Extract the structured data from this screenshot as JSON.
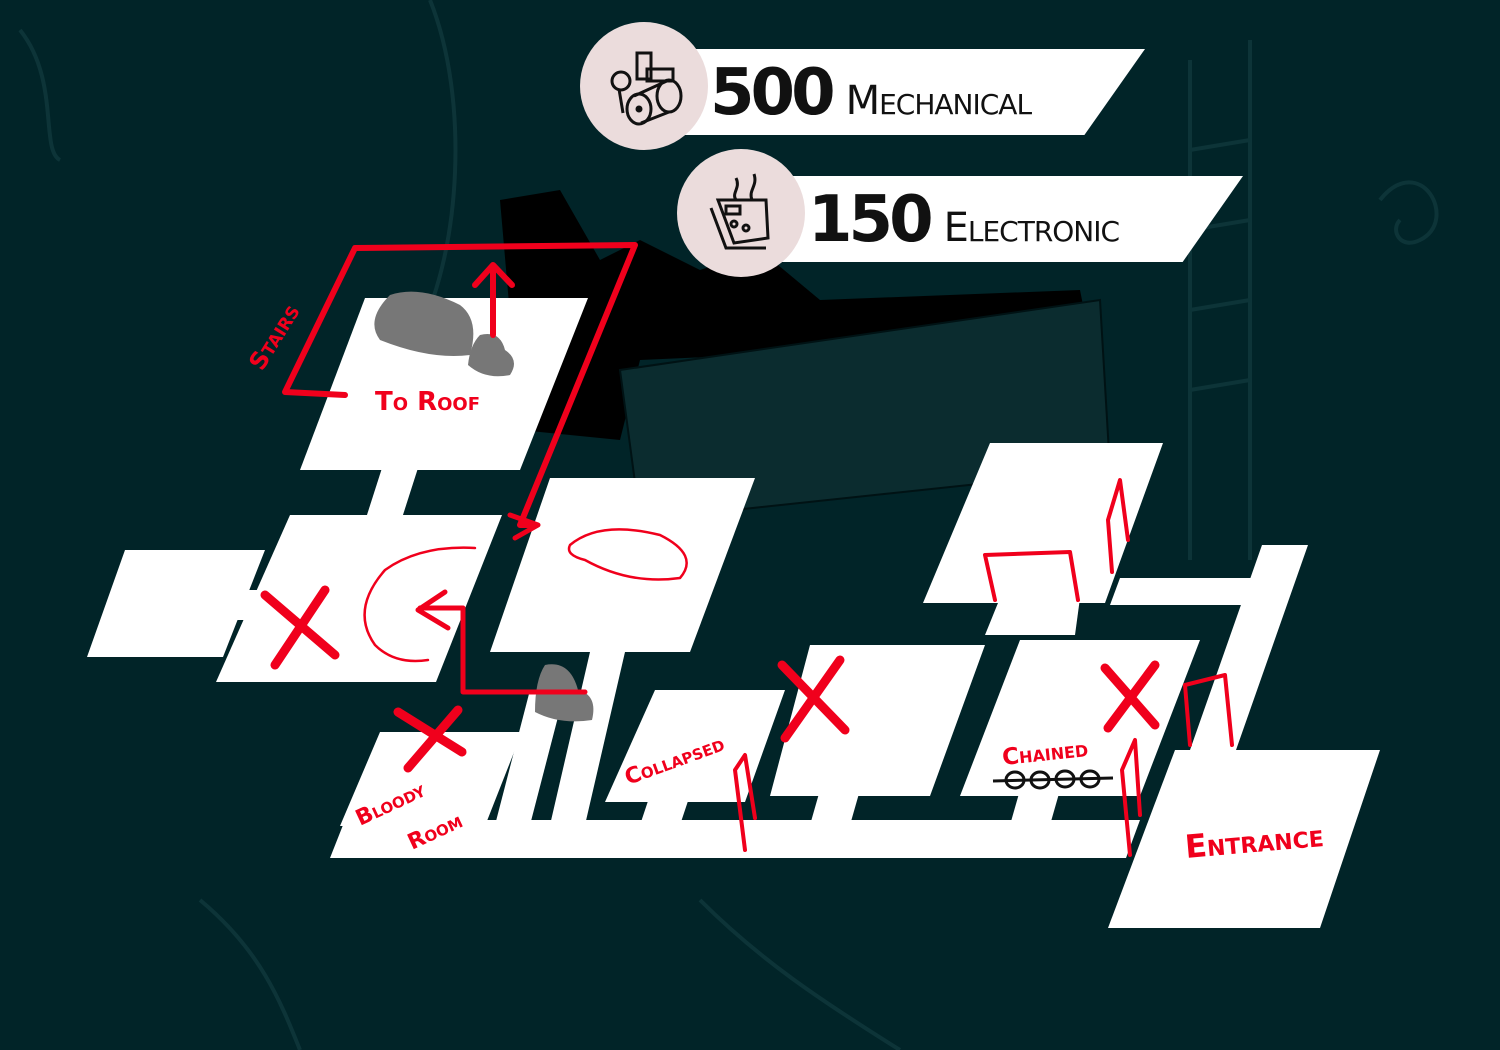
{
  "resources": [
    {
      "amount": "500",
      "label": "Mechanical",
      "icon": "mechanical-parts-icon"
    },
    {
      "amount": "150",
      "label": "Electronic",
      "icon": "circuit-board-icon"
    }
  ],
  "map_labels": {
    "stairs": "Stairs",
    "to_roof": "To Roof",
    "bloody_room_1": "Bloody",
    "bloody_room_2": "Room",
    "collapsed": "Collapsed",
    "chained": "Chained",
    "entrance": "Entrance"
  },
  "colors": {
    "background": "#012428",
    "room": "#ffffff",
    "marker": "#f0001c",
    "rubble": "#777777",
    "badge": "#ebdcdc"
  }
}
